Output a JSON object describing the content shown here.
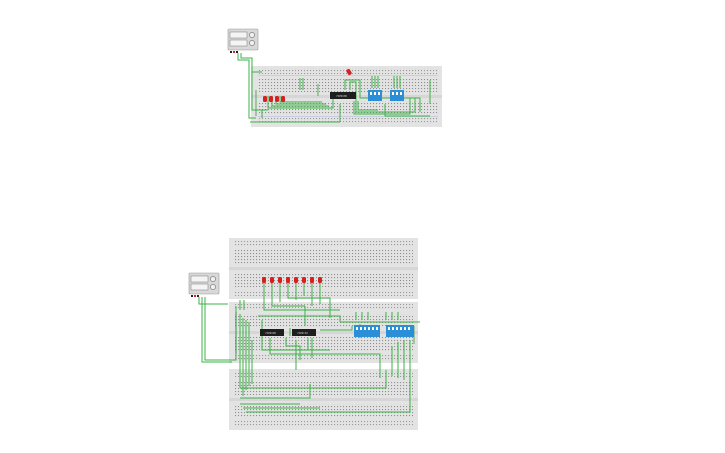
{
  "app": {
    "view": "breadboard"
  },
  "colors": {
    "background": "#ffffff",
    "breadboard": "#e3e3e3",
    "breadboard_hole": "#8f8f8f",
    "rail_line_red": "#d9a0a0",
    "rail_line_blue": "#a0a8d9",
    "wire": "#3cb34a",
    "wire_dark": "#238a30",
    "led_red": "#d42020",
    "dip_switch_blue": "#2a8fd6",
    "ic_chip": "#1e1e1e",
    "power_supply": "#d8d8d8"
  },
  "circuits": [
    {
      "id": "circuit-top",
      "power_supply": {
        "icon": "power-supply-icon"
      },
      "breadboard_count": 1,
      "led_count": 4,
      "ic_count": 1,
      "dip_switch_count": 2
    },
    {
      "id": "circuit-bottom",
      "power_supply": {
        "icon": "power-supply-icon"
      },
      "breadboard_count": 3,
      "led_count": 8,
      "ic_count": 2,
      "dip_switch_count": 2
    }
  ]
}
